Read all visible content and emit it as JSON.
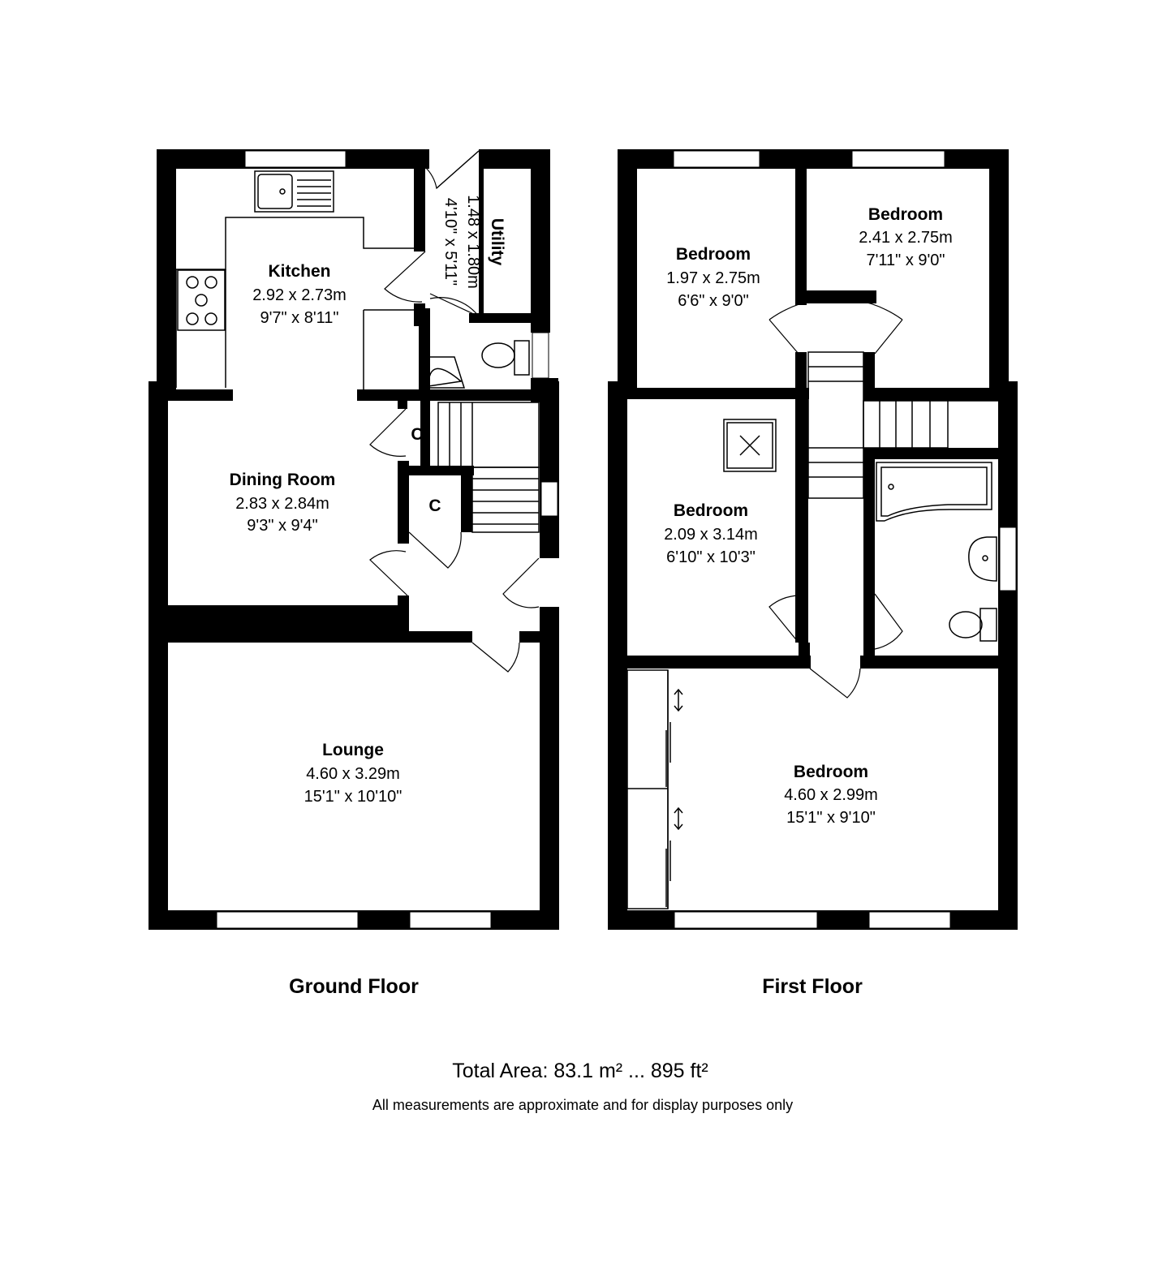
{
  "rooms": {
    "kitchen": {
      "name": "Kitchen",
      "metric": "2.92 x 2.73m",
      "imperial": "9'7\" x 8'11\""
    },
    "utility": {
      "name": "Utility",
      "metric": "1.48 x 1.80m",
      "imperial": "4'10\" x 5'11\""
    },
    "dining": {
      "name": "Dining Room",
      "metric": "2.83 x 2.84m",
      "imperial": "9'3\" x 9'4\""
    },
    "cupboard1": {
      "name": "C"
    },
    "cupboard2": {
      "name": "C"
    },
    "lounge": {
      "name": "Lounge",
      "metric": "4.60 x 3.29m",
      "imperial": "15'1\" x 10'10\""
    },
    "bedroom_left": {
      "name": "Bedroom",
      "metric": "1.97 x 2.75m",
      "imperial": "6'6\" x 9'0\""
    },
    "bedroom_right": {
      "name": "Bedroom",
      "metric": "2.41 x 2.75m",
      "imperial": "7'11\" x 9'0\""
    },
    "bedroom_mid": {
      "name": "Bedroom",
      "metric": "2.09 x 3.14m",
      "imperial": "6'10\" x 10'3\""
    },
    "bedroom_main": {
      "name": "Bedroom",
      "metric": "4.60 x 2.99m",
      "imperial": "15'1\" x 9'10\""
    }
  },
  "floors": {
    "ground": "Ground Floor",
    "first": "First Floor"
  },
  "footer": {
    "total_area": "Total Area: 83.1 m² ... 895 ft²",
    "disclaimer": "All measurements are approximate and for display purposes only"
  }
}
